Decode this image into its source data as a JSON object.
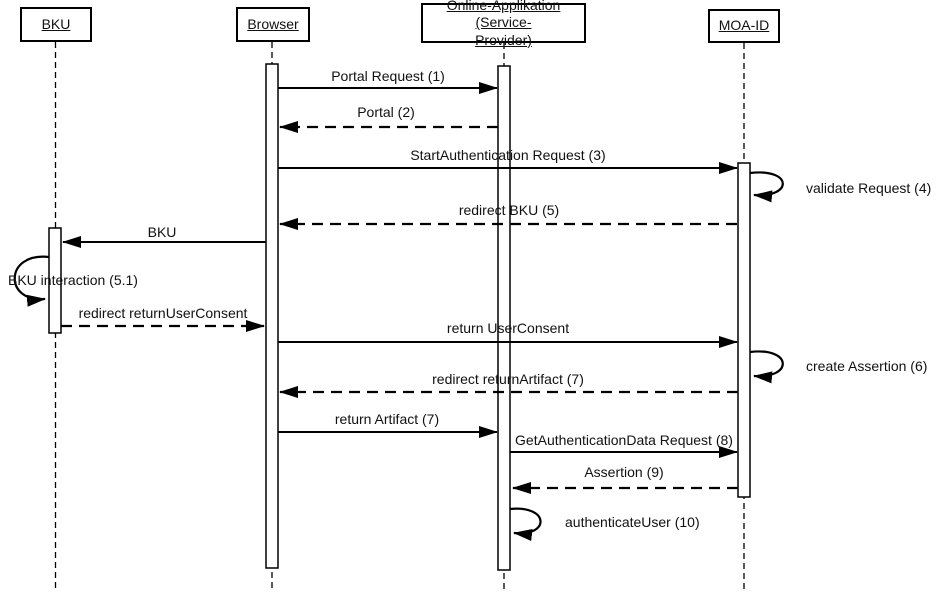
{
  "diagram_type": "uml-sequence-diagram",
  "colors": {
    "line": "#000000",
    "text": "#111111",
    "background": "#ffffff"
  },
  "actors": [
    {
      "id": "bku",
      "label": "BKU"
    },
    {
      "id": "browser",
      "label": "Browser"
    },
    {
      "id": "online-app",
      "label": "Online-Applikation (Service-\nProvider)"
    },
    {
      "id": "moa-id",
      "label": "MOA-ID"
    }
  ],
  "messages": [
    {
      "label": "Portal Request (1)",
      "from": "Browser",
      "to": "Online-Applikation (Service-Provider)",
      "style": "solid"
    },
    {
      "label": "Portal (2)",
      "from": "Online-Applikation (Service-Provider)",
      "to": "Browser",
      "style": "dashed"
    },
    {
      "label": "StartAuthentication Request (3)",
      "from": "Browser",
      "to": "MOA-ID",
      "style": "solid"
    },
    {
      "label": "validate Request (4)",
      "from": "MOA-ID",
      "to": "MOA-ID",
      "style": "self"
    },
    {
      "label": "redirect BKU (5)",
      "from": "MOA-ID",
      "to": "Browser",
      "style": "dashed"
    },
    {
      "label": "BKU",
      "from": "Browser",
      "to": "BKU",
      "style": "solid"
    },
    {
      "label": "BKU interaction (5.1)",
      "from": "BKU",
      "to": "BKU",
      "style": "self"
    },
    {
      "label": "redirect returnUserConsent",
      "from": "BKU",
      "to": "Browser",
      "style": "dashed"
    },
    {
      "label": "return UserConsent",
      "from": "Browser",
      "to": "MOA-ID",
      "style": "solid"
    },
    {
      "label": "create Assertion (6)",
      "from": "MOA-ID",
      "to": "MOA-ID",
      "style": "self"
    },
    {
      "label": "redirect returnArtifact (7)",
      "from": "MOA-ID",
      "to": "Browser",
      "style": "dashed"
    },
    {
      "label": "return Artifact (7)",
      "from": "Browser",
      "to": "Online-Applikation (Service-Provider)",
      "style": "solid"
    },
    {
      "label": "GetAuthenticationData Request (8)",
      "from": "Online-Applikation (Service-Provider)",
      "to": "MOA-ID",
      "style": "solid"
    },
    {
      "label": "Assertion (9)",
      "from": "MOA-ID",
      "to": "Online-Applikation (Service-Provider)",
      "style": "dashed"
    },
    {
      "label": "authenticateUser (10)",
      "from": "Online-Applikation (Service-Provider)",
      "to": "Online-Applikation (Service-Provider)",
      "style": "self"
    }
  ]
}
